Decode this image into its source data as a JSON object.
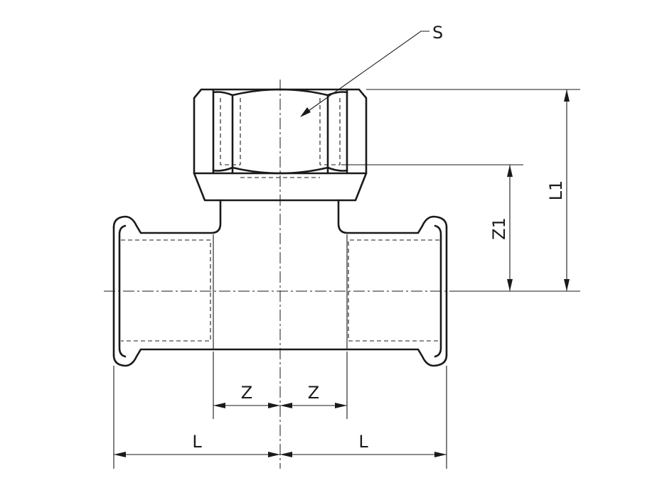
{
  "labels": {
    "s": "S",
    "l1": "L1",
    "z1": "Z1",
    "z_left": "Z",
    "z_right": "Z",
    "l_left": "L",
    "l_right": "L"
  }
}
